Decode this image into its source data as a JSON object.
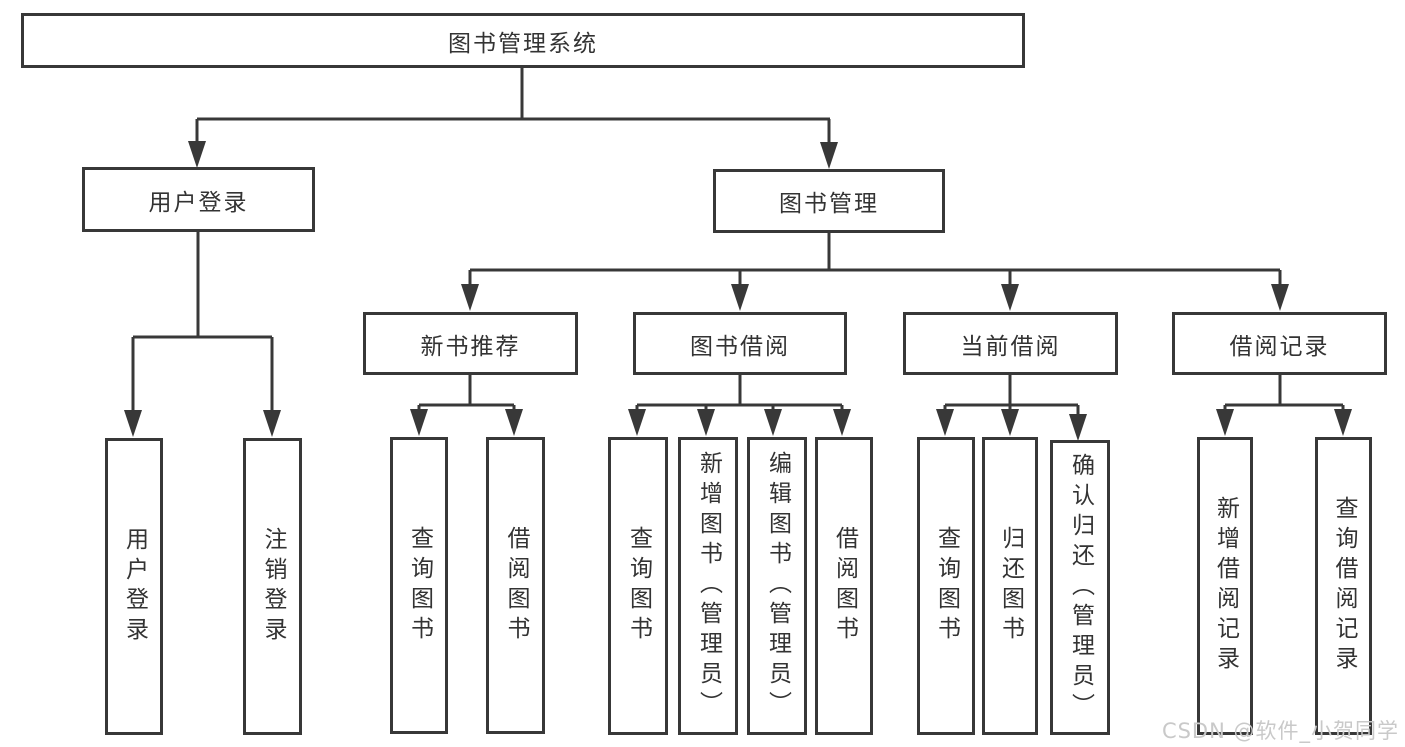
{
  "tree": {
    "root": "图书管理系统",
    "level2": [
      "用户登录",
      "图书管理"
    ],
    "level3": [
      "新书推荐",
      "图书借阅",
      "当前借阅",
      "借阅记录"
    ],
    "leaves_user_login": [
      "用户登录",
      "注销登录"
    ],
    "leaves_new_books": [
      "查询图书",
      "借阅图书"
    ],
    "leaves_book_borrow": [
      "查询图书",
      "新增图书（管理员）",
      "编辑图书（管理员）",
      "借阅图书"
    ],
    "leaves_current_borrow": [
      "查询图书",
      "归还图书",
      "确认归还（管理员）"
    ],
    "leaves_borrow_records": [
      "新增借阅记录",
      "查询借阅记录"
    ]
  },
  "colors": {
    "line": "#383838",
    "box_border": "#383838",
    "text": "#333333",
    "watermark": "#c9c9c9"
  },
  "watermark": "CSDN @软件_小贺同学"
}
